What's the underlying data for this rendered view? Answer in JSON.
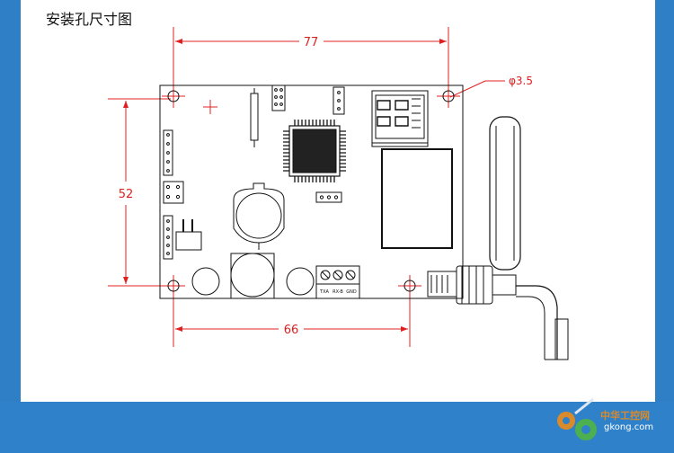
{
  "title": "安装孔尺寸图",
  "dimensions": {
    "top_width": "77",
    "bottom_width": "66",
    "height": "52",
    "hole_diameter": "φ3.5"
  },
  "terminal_labels": [
    "TXA",
    "RX-B",
    "GND"
  ],
  "watermark": {
    "line1": "中华工控网",
    "line2": "gkong.com"
  },
  "colors": {
    "dimension_line": "#e02020",
    "drawing_line": "#111111",
    "background": "#2f82c9"
  }
}
